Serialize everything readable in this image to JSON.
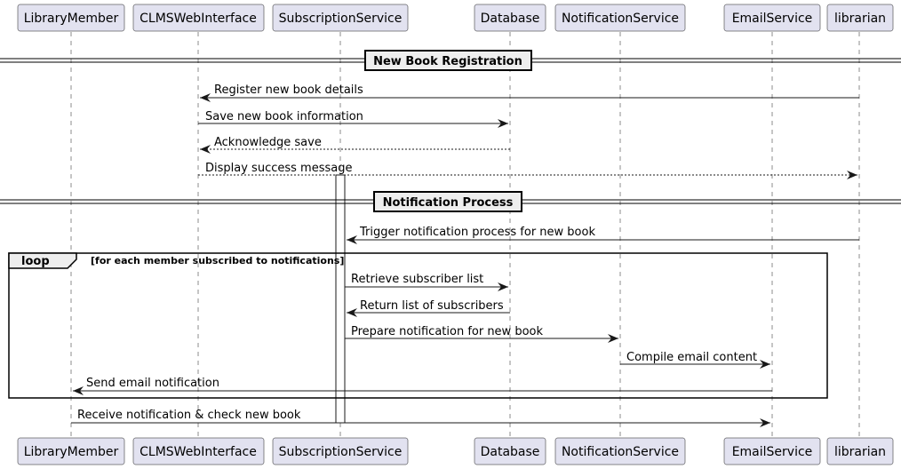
{
  "participants": [
    "LibraryMember",
    "CLMSWebInterface",
    "SubscriptionService",
    "Database",
    "NotificationService",
    "EmailService",
    "librarian"
  ],
  "dividers": [
    "New Book Registration",
    "Notification Process"
  ],
  "loop": {
    "keyword": "loop",
    "guard": "[for each member subscribed to notifications]"
  },
  "messages": [
    {
      "from": "librarian",
      "to": "CLMSWebInterface",
      "label": "Register new book details",
      "style": "solid"
    },
    {
      "from": "CLMSWebInterface",
      "to": "Database",
      "label": "Save new book information",
      "style": "solid"
    },
    {
      "from": "Database",
      "to": "CLMSWebInterface",
      "label": "Acknowledge save",
      "style": "dashed"
    },
    {
      "from": "CLMSWebInterface",
      "to": "librarian",
      "label": "Display success message",
      "style": "dashed"
    },
    {
      "from": "librarian",
      "to": "SubscriptionService",
      "label": "Trigger notification process for new book",
      "style": "solid"
    },
    {
      "from": "SubscriptionService",
      "to": "Database",
      "label": "Retrieve subscriber list",
      "style": "solid"
    },
    {
      "from": "Database",
      "to": "SubscriptionService",
      "label": "Return list of subscribers",
      "style": "solid"
    },
    {
      "from": "SubscriptionService",
      "to": "NotificationService",
      "label": "Prepare notification for new book",
      "style": "solid"
    },
    {
      "from": "NotificationService",
      "to": "EmailService",
      "label": "Compile email content",
      "style": "solid"
    },
    {
      "from": "EmailService",
      "to": "LibraryMember",
      "label": "Send email notification",
      "style": "solid"
    },
    {
      "from": "LibraryMember",
      "to": "EmailService",
      "label": "Receive notification & check new book",
      "style": "solid"
    }
  ],
  "colors": {
    "participant_fill": "#e2e2f0",
    "participant_border": "#181818",
    "lifeline": "#181818",
    "activation_fill": "#ffffff",
    "divider_fill": "#eeeeee"
  }
}
